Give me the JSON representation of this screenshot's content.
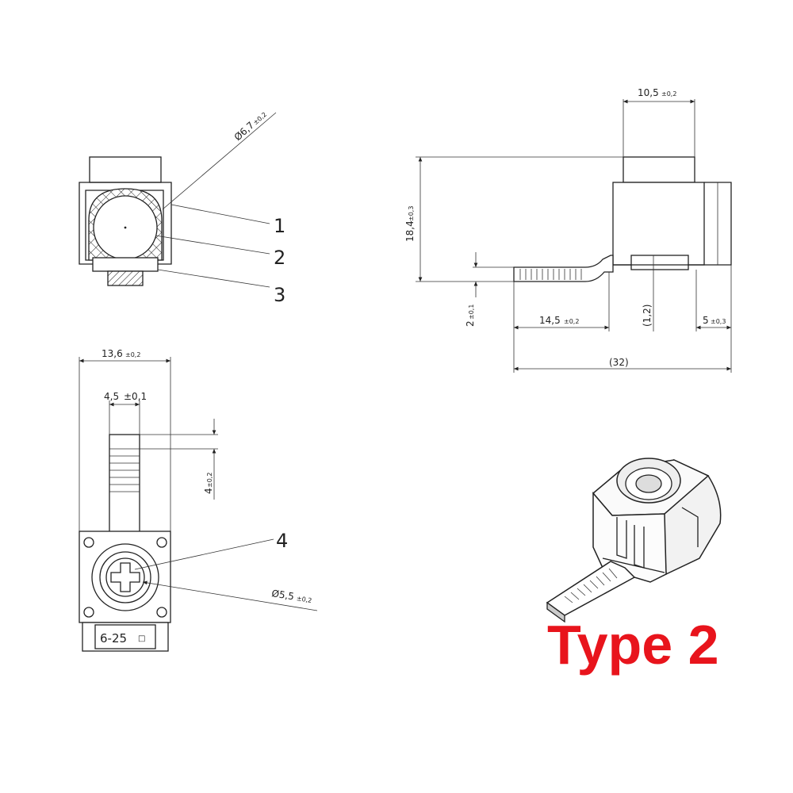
{
  "callouts": {
    "c1": "1",
    "c2": "2",
    "c3": "3",
    "c4": "4"
  },
  "front_view": {
    "dia_bore_main": "Ø6,7",
    "dia_bore_tol": "±0,2"
  },
  "side_view": {
    "top_width_main": "10,5",
    "top_width_tol": "±0,2",
    "height_main": "18,4",
    "height_tol": "±0,3",
    "tab_thickness_main": "2",
    "tab_thickness_tol": "±0,1",
    "tab_length_main": "14,5",
    "tab_length_tol": "±0,2",
    "offset_ref": "(1,2)",
    "right_main": "5",
    "right_tol": "±0,3",
    "overall_ref": "(32)"
  },
  "top_view": {
    "width_main": "13,6",
    "width_tol": "±0,2",
    "tab_width_main": "4,5",
    "tab_width_tol": "±0,1",
    "tab_offset_main": "4",
    "tab_offset_tol": "±0,2",
    "dia_screw_main": "Ø5,5",
    "dia_screw_tol": "±0,2",
    "range_label": "6-25",
    "range_unit": "□"
  },
  "type_label": "Type 2"
}
